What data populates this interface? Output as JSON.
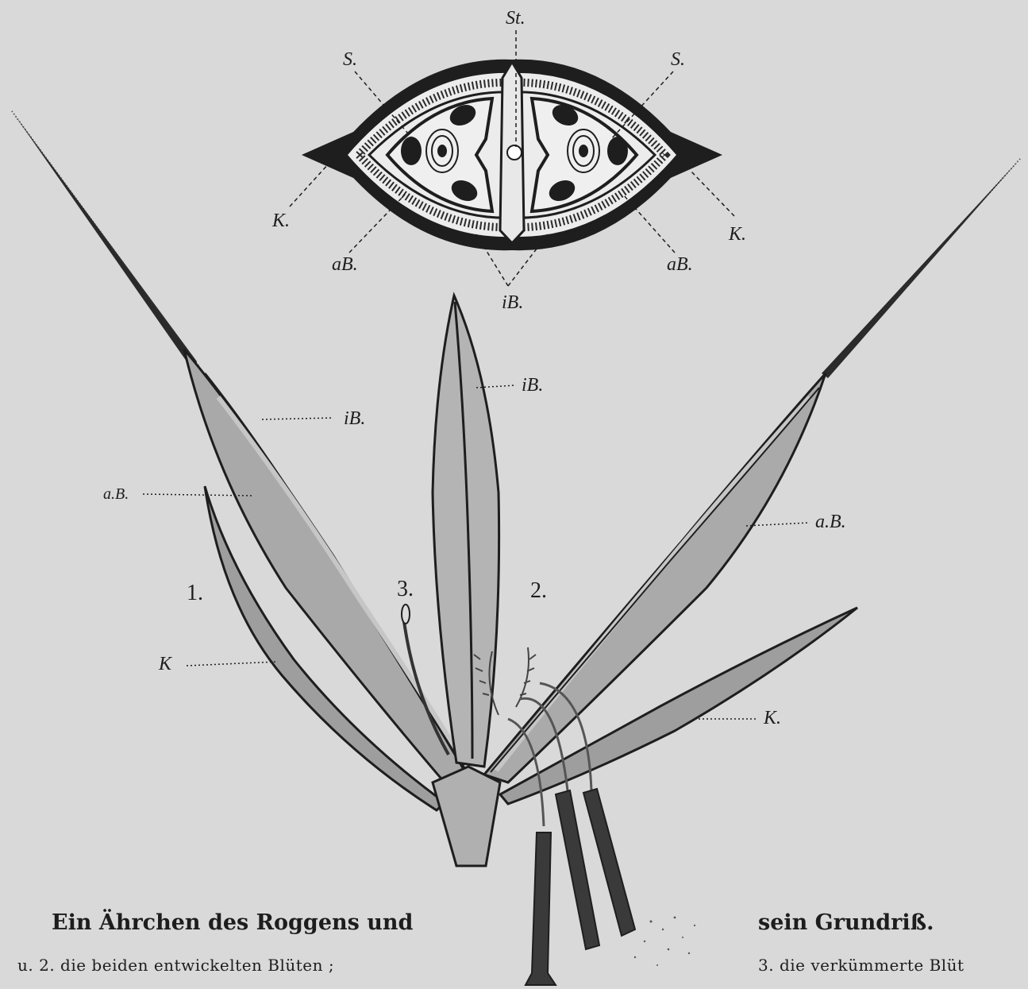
{
  "floor_plan_labels": {
    "st": "St.",
    "s_left": "S.",
    "s_right": "S.",
    "k_left": "K.",
    "k_right": "K.",
    "ab_left": "aB.",
    "ab_right": "aB.",
    "ib": "iB."
  },
  "spikelet_labels": {
    "ib_center": "iB.",
    "ib_left": "iB.",
    "ab_left": "a.B.",
    "ab_right": "a.B.",
    "k_left": "K",
    "k_right": "K.",
    "num_1": "1.",
    "num_2": "2.",
    "num_3": "3."
  },
  "caption": {
    "title_left": "Ein Ährchen des Roggens und",
    "title_right": "sein Grundriß.",
    "sub_left": "u. 2. die beiden entwickelten Blüten ;",
    "sub_right": "3. die verkümmerte Blüt"
  },
  "colors": {
    "paper": "#d9d9d9",
    "ink": "#1e1e1e",
    "glume_fill": "#a9a9a9",
    "glume_light": "#c6c6c6"
  }
}
